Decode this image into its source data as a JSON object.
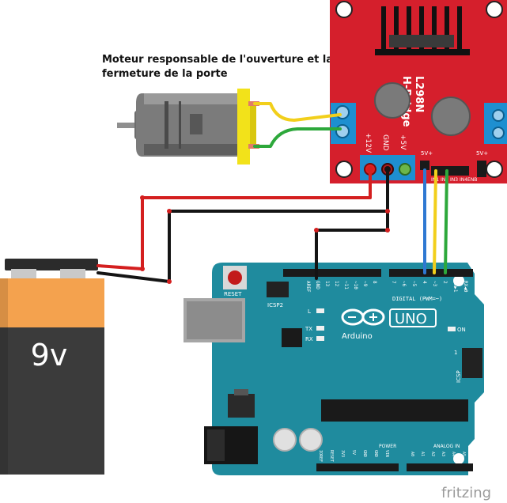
{
  "caption": {
    "line1": "Moteur responsable de l'ouverture et la",
    "line2": "fermeture de la porte"
  },
  "battery": {
    "label": "9v"
  },
  "hbridge": {
    "name": "L298N",
    "subtitle": "H-Bridge",
    "pin_12v": "+12V",
    "pin_gnd": "GND",
    "pin_5v": "+5V",
    "header_5v_left": "5V+",
    "header_5v_right": "5V+",
    "header_in_labels": "IN1 IN2 IN3 IN4ENB"
  },
  "arduino": {
    "reset": "RESET",
    "icsp2": "ICSP2",
    "aref": "AREF",
    "gnd": "GND",
    "dpins_high": [
      "13",
      "12",
      "~11",
      "~10",
      "~9",
      "8"
    ],
    "dpins_low": [
      "7",
      "~6",
      "~5",
      "4",
      "~3",
      "2",
      "TX▶1",
      "RX◀0"
    ],
    "digital": "DIGITAL (PWM=~)",
    "led_l": "L",
    "led_tx": "TX",
    "led_rx": "RX",
    "brand": "UNO",
    "brand_sub": "Arduino",
    "on": "ON",
    "icsp": "ICSP",
    "icsp_num": "1",
    "power_title": "POWER",
    "power_pins": [
      "IOREF",
      "RESET",
      "3V3",
      "5V",
      "GND",
      "GND",
      "VIN"
    ],
    "analog_title": "ANALOG IN",
    "analog_pins": [
      "A0",
      "A1",
      "A2",
      "A3",
      "A4",
      "A5"
    ]
  },
  "footer": {
    "logo": "fritzing"
  },
  "colors": {
    "board_teal": "#1f8b9e",
    "hbridge_red": "#d51f2c",
    "wire_red": "#d41f1f",
    "wire_black": "#141414",
    "wire_yellow": "#f2cf1b",
    "wire_green": "#2da83b",
    "wire_blue": "#2e78d2",
    "battery_orange": "#f4a24e",
    "terminal_blue": "#1e8fd0"
  }
}
